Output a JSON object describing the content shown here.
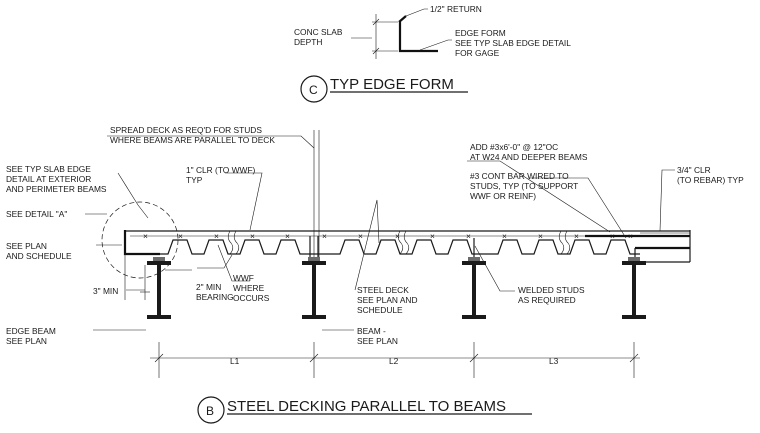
{
  "detail_c": {
    "badge": "C",
    "title": "TYP EDGE FORM",
    "return_label": "1/2\" RETURN",
    "slab_depth_label": [
      "CONC SLAB",
      "DEPTH"
    ],
    "edge_form_label": [
      "EDGE FORM",
      "SEE TYP SLAB EDGE DETAIL",
      "FOR GAGE"
    ]
  },
  "detail_b": {
    "badge": "B",
    "title": "STEEL DECKING PARALLEL TO BEAMS",
    "spread_deck_note": [
      "SPREAD DECK AS REQ'D FOR STUDS",
      "WHERE BEAMS ARE PARALLEL TO DECK"
    ],
    "slab_edge_note": [
      "SEE TYP SLAB EDGE",
      "DETAIL AT EXTERIOR",
      "AND PERIMETER BEAMS"
    ],
    "detail_a_note": "SEE DETAIL \"A\"",
    "see_plan_note": [
      "SEE PLAN",
      "AND SCHEDULE"
    ],
    "clr_wwf_note": [
      "1\" CLR (TO WWF)",
      "TYP"
    ],
    "add_bars_note": [
      "ADD #3x6'-0\" @ 12\"OC",
      "AT W24 AND DEEPER BEAMS"
    ],
    "cont_bar_note": [
      "#3 CONT BAR WIRED TO",
      "STUDS, TYP (TO SUPPORT",
      "WWF OR REINF)"
    ],
    "clr_rebar_note": [
      "3/4\" CLR",
      "(TO REBAR) TYP"
    ],
    "min_3_note": "3\" MIN",
    "min_2_note": [
      "2\" MIN",
      "BEARING"
    ],
    "wwf_note": [
      "WWF",
      "WHERE",
      "OCCURS"
    ],
    "steel_deck_note": [
      "STEEL DECK",
      "SEE PLAN AND",
      "SCHEDULE"
    ],
    "studs_note": [
      "WELDED STUDS",
      "AS REQUIRED"
    ],
    "edge_beam_note": [
      "EDGE BEAM",
      "SEE PLAN"
    ],
    "beam_note": [
      "BEAM -",
      "SEE PLAN"
    ],
    "spans": [
      "L1",
      "L2",
      "L3"
    ]
  }
}
